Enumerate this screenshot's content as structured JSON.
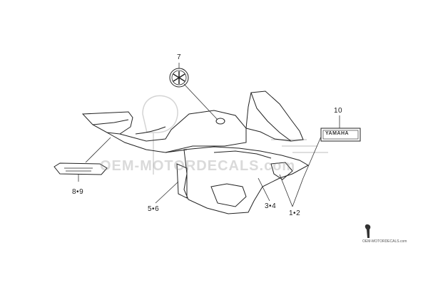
{
  "callouts": {
    "c7": "7",
    "c10": "10",
    "c89": "8•9",
    "c56": "5•6",
    "c34": "3•4",
    "c12": "1•2"
  },
  "badge_text": "YAMAHA",
  "watermark_text": "OEM-MOTORDECALS.com",
  "footer_logo_text": "OEM-MOTORDECALS.com",
  "colors": {
    "line": "#222222",
    "callout_line": "#333333",
    "watermark": "#bdbdbd"
  }
}
